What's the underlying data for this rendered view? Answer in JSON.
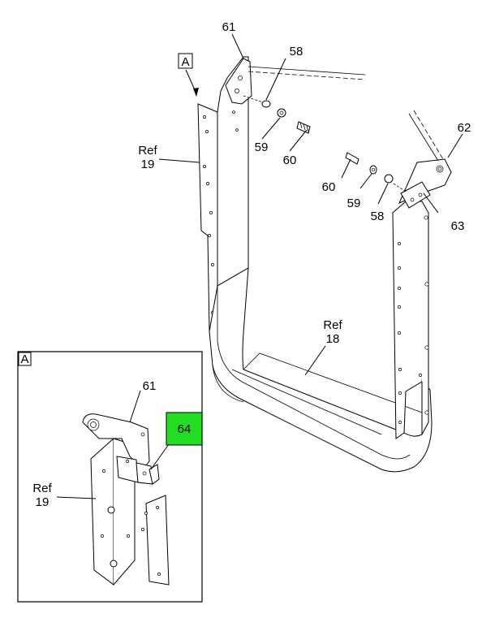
{
  "callouts": {
    "c61_top": "61",
    "c58_top": "58",
    "c59_top": "59",
    "c60_top": "60",
    "c62": "62",
    "c60_right": "60",
    "c59_right": "59",
    "c58_right": "58",
    "c63": "63",
    "ref19_ref": "Ref",
    "ref19_num": "19",
    "ref18_ref": "Ref",
    "ref18_num": "18",
    "view_a_marker": "A",
    "inset_label": "A",
    "inset_61": "61",
    "inset_64": "64",
    "inset_ref": "Ref",
    "inset_19": "19"
  },
  "colors": {
    "highlight": "#22dd22"
  }
}
